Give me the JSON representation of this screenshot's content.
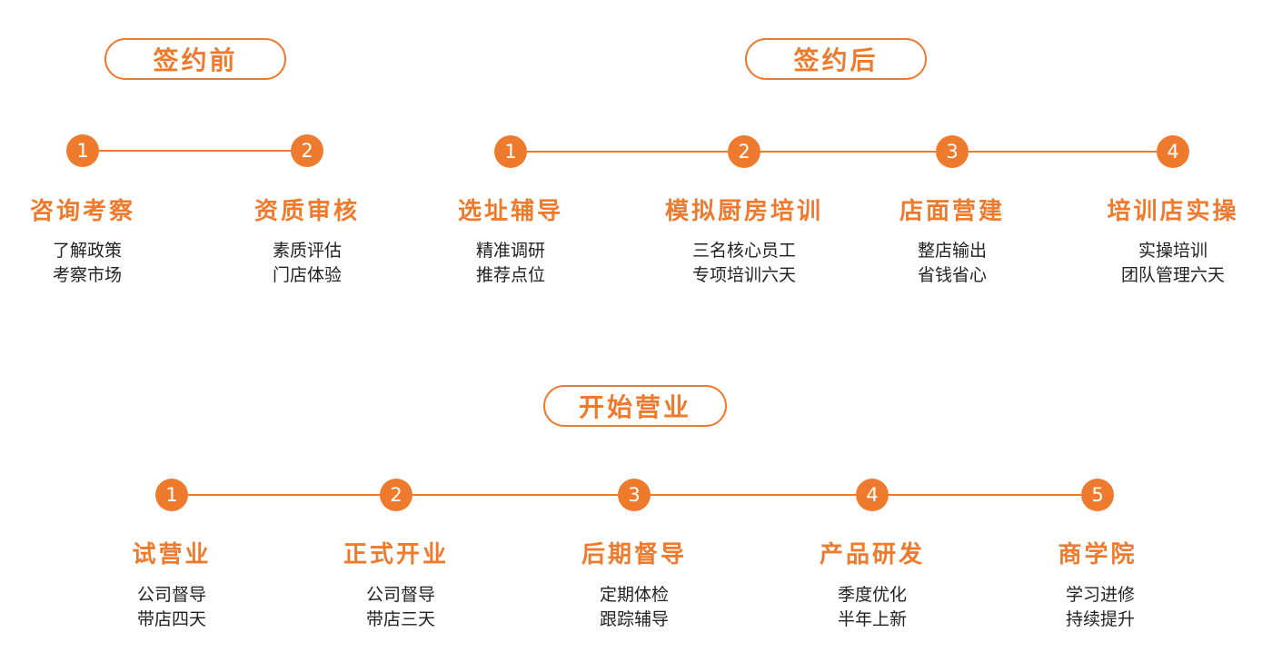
{
  "accent_color": "#ee7a2e",
  "text_color": "#222222",
  "sections": [
    {
      "label": "签约前",
      "steps": [
        {
          "number": "1",
          "title": "咨询考察",
          "lines": [
            "了解政策",
            "考察市场"
          ]
        },
        {
          "number": "2",
          "title": "资质审核",
          "lines": [
            "素质评估",
            "门店体验"
          ]
        }
      ]
    },
    {
      "label": "签约后",
      "steps": [
        {
          "number": "1",
          "title": "选址辅导",
          "lines": [
            "精准调研",
            "推荐点位"
          ]
        },
        {
          "number": "2",
          "title": "模拟厨房培训",
          "lines": [
            "三名核心员工",
            "专项培训六天"
          ]
        },
        {
          "number": "3",
          "title": "店面营建",
          "lines": [
            "整店输出",
            "省钱省心"
          ]
        },
        {
          "number": "4",
          "title": "培训店实操",
          "lines": [
            "实操培训",
            "团队管理六天"
          ]
        }
      ]
    },
    {
      "label": "开始营业",
      "steps": [
        {
          "number": "1",
          "title": "试营业",
          "lines": [
            "公司督导",
            "带店四天"
          ]
        },
        {
          "number": "2",
          "title": "正式开业",
          "lines": [
            "公司督导",
            "带店三天"
          ]
        },
        {
          "number": "3",
          "title": "后期督导",
          "lines": [
            "定期体检",
            "跟踪辅导"
          ]
        },
        {
          "number": "4",
          "title": "产品研发",
          "lines": [
            "季度优化",
            "半年上新"
          ]
        },
        {
          "number": "5",
          "title": "商学院",
          "lines": [
            "学习进修",
            "持续提升"
          ]
        }
      ]
    }
  ]
}
